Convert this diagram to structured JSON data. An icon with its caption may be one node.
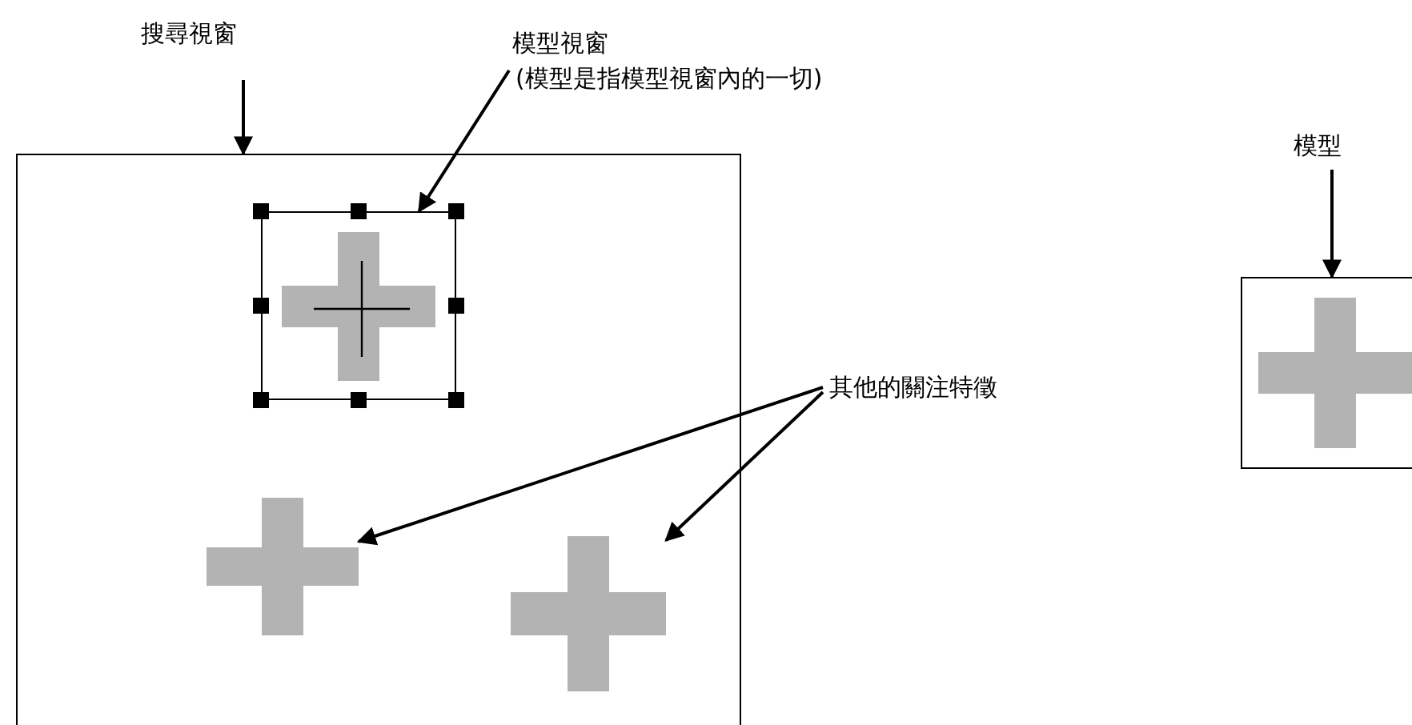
{
  "diagram": {
    "nodes": [
      {
        "text": [
          "搜尋視窗"
        ]
      },
      {
        "text": [],
        "shape": "box"
      },
      {
        "text": [
          "模型視窗",
          "(模型是指模型視窗內的一切)"
        ]
      },
      {
        "text": [],
        "shape": "box",
        "in": 1
      },
      {
        "text": [],
        "shape": "cross",
        "in": 3
      },
      {
        "text": [
          "其他的關注特徵"
        ]
      },
      {
        "text": [],
        "shape": "cross",
        "in": 1
      },
      {
        "text": [],
        "shape": "cross",
        "in": 1
      },
      {
        "text": [
          "模型"
        ]
      },
      {
        "text": [],
        "shape": "box"
      },
      {
        "text": [],
        "shape": "cross",
        "in": 9
      }
    ],
    "edges": [
      {
        "from": 0,
        "to": 1,
        "arrow": "to"
      },
      {
        "from": 2,
        "to": 3,
        "arrow": "to"
      },
      {
        "from": 5,
        "to": 6,
        "arrow": "to"
      },
      {
        "from": 5,
        "to": 7,
        "arrow": "to"
      },
      {
        "from": 8,
        "to": 9,
        "arrow": "to"
      }
    ]
  }
}
